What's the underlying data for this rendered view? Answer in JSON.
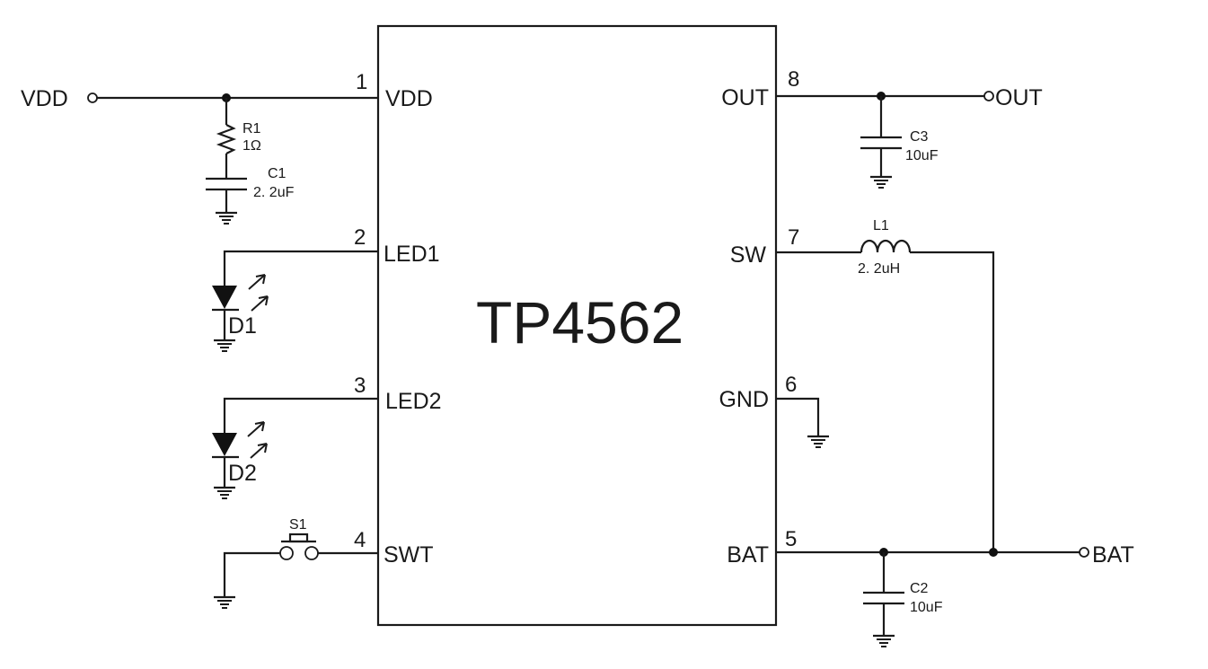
{
  "chip": {
    "name": "TP4562",
    "border_color": "#1a1a1a"
  },
  "pins": {
    "p1": {
      "number": "1",
      "name": "VDD"
    },
    "p2": {
      "number": "2",
      "name": "LED1"
    },
    "p3": {
      "number": "3",
      "name": "LED2"
    },
    "p4": {
      "number": "4",
      "name": "SWT"
    },
    "p5": {
      "number": "5",
      "name": "BAT"
    },
    "p6": {
      "number": "6",
      "name": "GND"
    },
    "p7": {
      "number": "7",
      "name": "SW"
    },
    "p8": {
      "number": "8",
      "name": "OUT"
    }
  },
  "terminals": {
    "vdd": "VDD",
    "out": "OUT",
    "bat": "BAT"
  },
  "components": {
    "r1": {
      "ref": "R1",
      "value": "1Ω"
    },
    "c1": {
      "ref": "C1",
      "value": "2. 2uF"
    },
    "c2": {
      "ref": "C2",
      "value": "10uF"
    },
    "c3": {
      "ref": "C3",
      "value": "10uF"
    },
    "l1": {
      "ref": "L1",
      "value": "2. 2uH"
    },
    "d1": {
      "ref": "D1"
    },
    "d2": {
      "ref": "D2"
    },
    "s1": {
      "ref": "S1"
    }
  }
}
